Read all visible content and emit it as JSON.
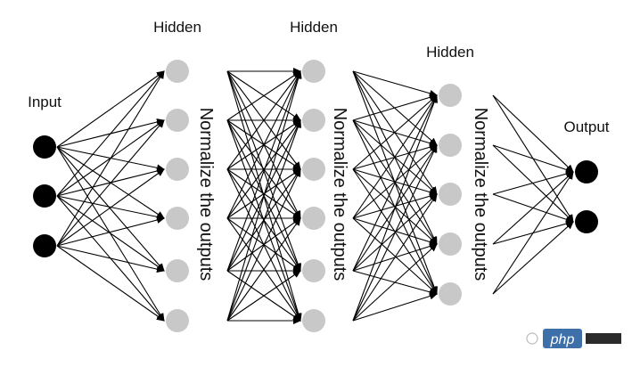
{
  "layers": [
    {
      "label": "Input",
      "nodes": 3,
      "color": "#000000"
    },
    {
      "label": "Hidden",
      "nodes": 6,
      "color": "#c8c8c8"
    },
    {
      "label": "Hidden",
      "nodes": 6,
      "color": "#c8c8c8"
    },
    {
      "label": "Hidden",
      "nodes": 5,
      "color": "#c8c8c8"
    },
    {
      "label": "Output",
      "nodes": 2,
      "color": "#000000"
    }
  ],
  "normalize_label": "Normalize the outputs",
  "watermark": {
    "text": "php",
    "bg_color": "#3d6fa8"
  },
  "edge_color": "#000000"
}
